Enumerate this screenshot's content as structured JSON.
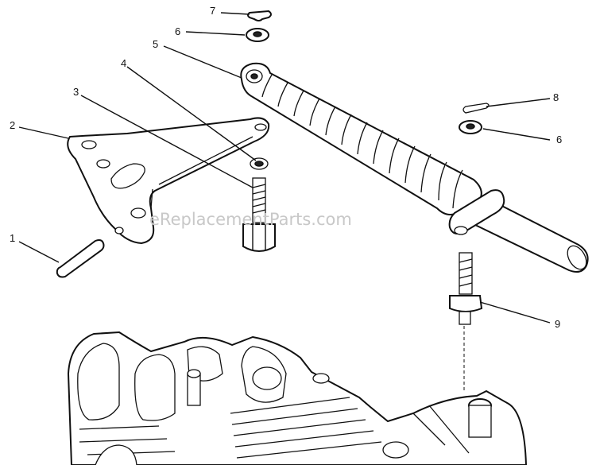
{
  "watermark": "eReplacementParts.com",
  "callouts": [
    {
      "id": "c1",
      "label": "1"
    },
    {
      "id": "c2",
      "label": "2"
    },
    {
      "id": "c3",
      "label": "3"
    },
    {
      "id": "c4",
      "label": "4"
    },
    {
      "id": "c5",
      "label": "5"
    },
    {
      "id": "c6a",
      "label": "6"
    },
    {
      "id": "c6b",
      "label": "6"
    },
    {
      "id": "c7",
      "label": "7"
    },
    {
      "id": "c8",
      "label": "8"
    },
    {
      "id": "c9",
      "label": "9"
    }
  ]
}
